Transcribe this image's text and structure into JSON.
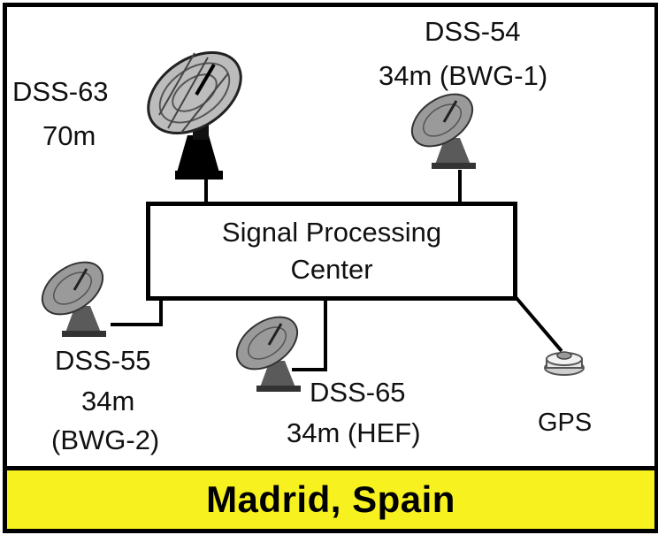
{
  "center": {
    "line1": "Signal Processing",
    "line2": "Center"
  },
  "antennas": {
    "dss63": {
      "name": "DSS-63",
      "size": "70m"
    },
    "dss54": {
      "name": "DSS-54",
      "size": "34m (BWG-1)"
    },
    "dss55": {
      "name": "DSS-55",
      "size": "34m",
      "type": "(BWG-2)"
    },
    "dss65": {
      "name": "DSS-65",
      "size": "34m (HEF)"
    }
  },
  "gps": {
    "label": "GPS"
  },
  "location": {
    "label": "Madrid, Spain"
  },
  "colors": {
    "footer": "#f7f21f",
    "line": "#000000",
    "dish": "#6e6e6e"
  },
  "icons": [
    "satellite-dish-icon",
    "gps-receiver-icon"
  ]
}
